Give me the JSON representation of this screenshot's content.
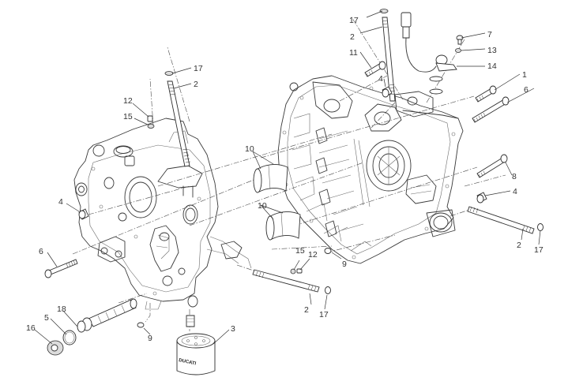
{
  "diagram": {
    "title": "Crankcase halves exploded view",
    "oil_filter_brand_text": "DUCATI",
    "callouts": [
      {
        "id": "c-17-a",
        "label": "17",
        "part": "o-ring"
      },
      {
        "id": "c-2-a",
        "label": "2",
        "part": "stud"
      },
      {
        "id": "c-12-a",
        "label": "12",
        "part": "jet"
      },
      {
        "id": "c-15-a",
        "label": "15",
        "part": "o-ring"
      },
      {
        "id": "c-10-a",
        "label": "10",
        "part": "main-bearing"
      },
      {
        "id": "c-10-b",
        "label": "10",
        "part": "main-bearing"
      },
      {
        "id": "c-4-a",
        "label": "4",
        "part": "dowel"
      },
      {
        "id": "c-6-a",
        "label": "6",
        "part": "screw"
      },
      {
        "id": "c-18",
        "label": "18",
        "part": "o-ring"
      },
      {
        "id": "c-5",
        "label": "5",
        "part": "seal"
      },
      {
        "id": "c-16",
        "label": "16",
        "part": "plug"
      },
      {
        "id": "c-9-a",
        "label": "9",
        "part": "o-ring"
      },
      {
        "id": "c-3",
        "label": "3",
        "part": "oil-filter"
      },
      {
        "id": "c-15-b",
        "label": "15",
        "part": "o-ring"
      },
      {
        "id": "c-12-b",
        "label": "12",
        "part": "jet"
      },
      {
        "id": "c-2-b",
        "label": "2",
        "part": "stud"
      },
      {
        "id": "c-17-b",
        "label": "17",
        "part": "o-ring"
      },
      {
        "id": "c-9-b",
        "label": "9",
        "part": "o-ring"
      },
      {
        "id": "c-17-c",
        "label": "17",
        "part": "o-ring"
      },
      {
        "id": "c-2-c",
        "label": "2",
        "part": "stud"
      },
      {
        "id": "c-11",
        "label": "11",
        "part": "screw"
      },
      {
        "id": "c-4-b",
        "label": "4",
        "part": "dowel"
      },
      {
        "id": "c-7",
        "label": "7",
        "part": "screw"
      },
      {
        "id": "c-13",
        "label": "13",
        "part": "washer"
      },
      {
        "id": "c-14",
        "label": "14",
        "part": "sensor"
      },
      {
        "id": "c-1",
        "label": "1",
        "part": "screw"
      },
      {
        "id": "c-6-b",
        "label": "6",
        "part": "screw"
      },
      {
        "id": "c-8",
        "label": "8",
        "part": "screw"
      },
      {
        "id": "c-4-c",
        "label": "4",
        "part": "dowel"
      },
      {
        "id": "c-2-d",
        "label": "2",
        "part": "stud"
      },
      {
        "id": "c-17-d",
        "label": "17",
        "part": "o-ring"
      }
    ]
  }
}
